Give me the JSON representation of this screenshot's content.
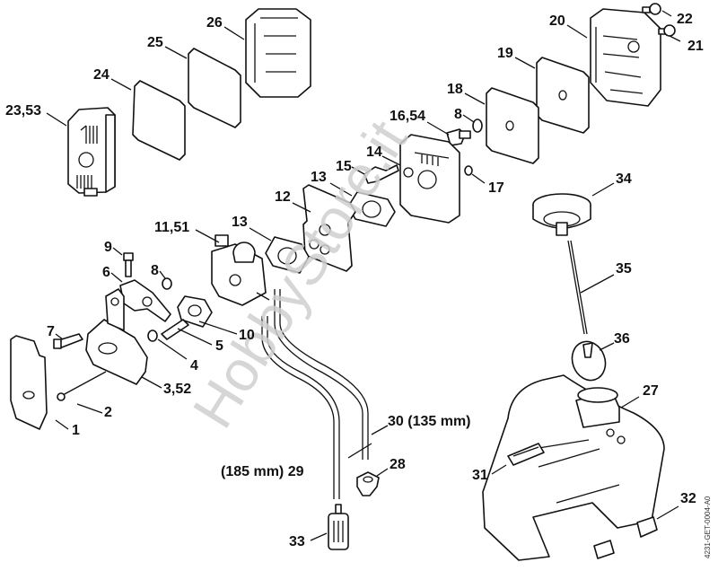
{
  "diagram": {
    "title": "Carburetor, air filter, fuel tank exploded parts view",
    "watermark": "HobbyStore.it",
    "document_id": "4231-GET-0004-A0",
    "callouts": [
      {
        "id": "c1",
        "label": "1"
      },
      {
        "id": "c2",
        "label": "2"
      },
      {
        "id": "c3",
        "label": "3,52"
      },
      {
        "id": "c4",
        "label": "4"
      },
      {
        "id": "c5",
        "label": "5"
      },
      {
        "id": "c6",
        "label": "6"
      },
      {
        "id": "c7",
        "label": "7"
      },
      {
        "id": "c8a",
        "label": "8"
      },
      {
        "id": "c8b",
        "label": "8"
      },
      {
        "id": "c9",
        "label": "9"
      },
      {
        "id": "c10",
        "label": "10"
      },
      {
        "id": "c11",
        "label": "11,51"
      },
      {
        "id": "c12",
        "label": "12"
      },
      {
        "id": "c13a",
        "label": "13"
      },
      {
        "id": "c13b",
        "label": "13"
      },
      {
        "id": "c14",
        "label": "14"
      },
      {
        "id": "c15",
        "label": "15"
      },
      {
        "id": "c16",
        "label": "16,54"
      },
      {
        "id": "c17",
        "label": "17"
      },
      {
        "id": "c18",
        "label": "18"
      },
      {
        "id": "c19",
        "label": "19"
      },
      {
        "id": "c20",
        "label": "20"
      },
      {
        "id": "c21",
        "label": "21"
      },
      {
        "id": "c22",
        "label": "22"
      },
      {
        "id": "c23",
        "label": "23,53"
      },
      {
        "id": "c24",
        "label": "24"
      },
      {
        "id": "c25",
        "label": "25"
      },
      {
        "id": "c26",
        "label": "26"
      },
      {
        "id": "c27",
        "label": "27"
      },
      {
        "id": "c28",
        "label": "28"
      },
      {
        "id": "c29",
        "label": "(185 mm) 29"
      },
      {
        "id": "c30",
        "label": "30 (135 mm)"
      },
      {
        "id": "c31",
        "label": "31"
      },
      {
        "id": "c32",
        "label": "32"
      },
      {
        "id": "c33",
        "label": "33"
      },
      {
        "id": "c34",
        "label": "34"
      },
      {
        "id": "c35",
        "label": "35"
      },
      {
        "id": "c36",
        "label": "36"
      }
    ]
  }
}
